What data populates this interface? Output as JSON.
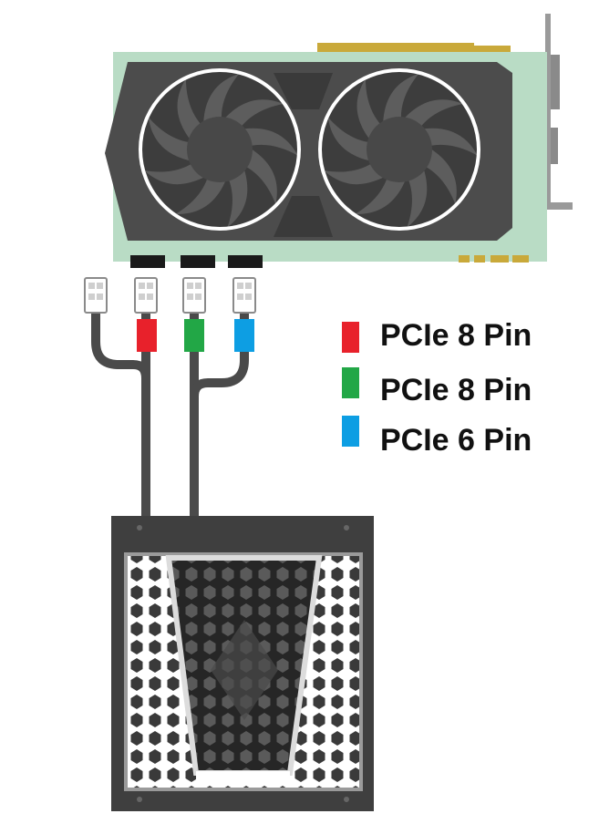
{
  "legend": {
    "items": [
      {
        "label": "PCIe 8 Pin",
        "color": "#e8212b"
      },
      {
        "label": "PCIe 8 Pin",
        "color": "#22a746"
      },
      {
        "label": "PCIe 6 Pin",
        "color": "#0d9ee3"
      }
    ]
  },
  "colors": {
    "gpu_pcb": "#b9dcc5",
    "gpu_shroud": "#4c4c4c",
    "gold_contacts": "#c9a93a",
    "cable": "#4a4a4a",
    "psu_body": "#3f3f3f"
  },
  "icons": {
    "gpu": "graphics-card-icon",
    "psu": "power-supply-icon"
  }
}
